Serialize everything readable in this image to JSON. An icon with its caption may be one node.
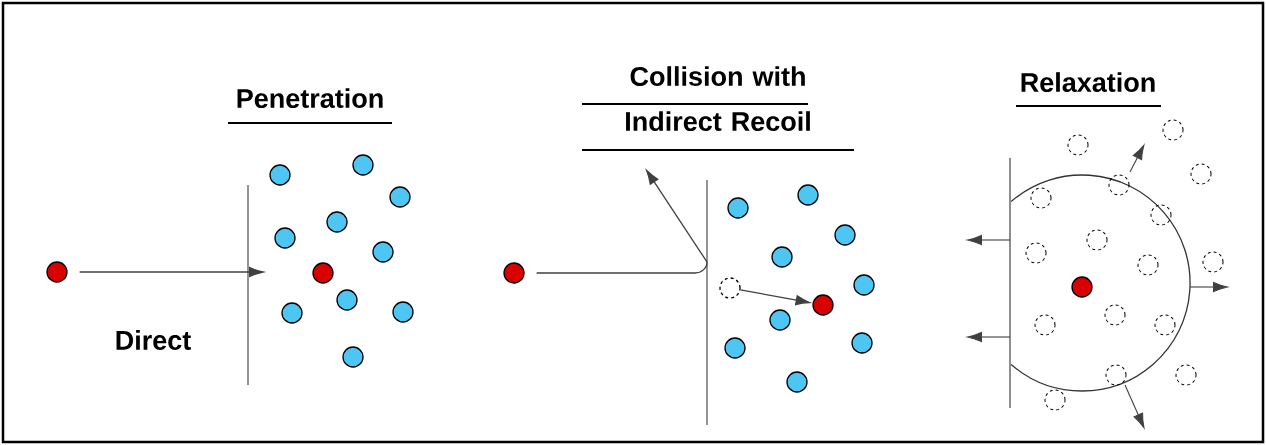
{
  "diagram": {
    "nodes": [
      {
        "text": [],
        "shape": "circle"
      },
      {
        "text": [],
        "shape": "bar"
      },
      {
        "text": [],
        "shape": "circle"
      },
      {
        "text": [],
        "shape": "circle"
      },
      {
        "text": [],
        "shape": "circle"
      }
    ],
    "edges": [
      {
        "from": 0,
        "to": 1,
        "arrow": "to"
      },
      {
        "from": 2,
        "to": null,
        "arrow": "to"
      },
      {
        "from": 3,
        "to": 4,
        "arrow": "to"
      }
    ],
    "labels": [
      "Penetration",
      "Collision with Indirect Recoil",
      "Relaxation",
      "Direct"
    ]
  }
}
